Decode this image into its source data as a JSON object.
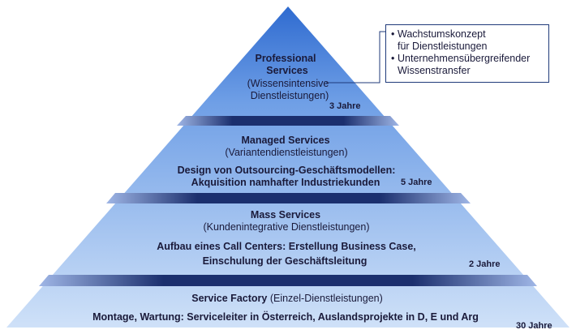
{
  "callout": {
    "items": [
      {
        "line1": "Wachstumskonzept",
        "line2": "für Dienstleistungen"
      },
      {
        "line1": "Unternehmensübergreifender",
        "line2": "Wissenstransfer"
      }
    ],
    "bullet": "•"
  },
  "levels": {
    "professional": {
      "title1": "Professional",
      "title2": "Services",
      "subtitle1": "(Wissensintensive",
      "subtitle2": "Dienstleistungen)",
      "years": "3 Jahre"
    },
    "managed": {
      "title": "Managed Services",
      "subtitle": "(Variantendienstleistungen)",
      "detail1": "Design von Outsourcing-Geschäftsmodellen:",
      "detail2": "Akquisition namhafter Industriekunden",
      "years": "5 Jahre"
    },
    "mass": {
      "title": "Mass Services",
      "subtitle": "(Kundenintegrative Dienstleistungen)",
      "detail1": "Aufbau eines Call Centers: Erstellung Business Case,",
      "detail2": "Einschulung der Geschäftsleitung",
      "years": "2 Jahre"
    },
    "factory": {
      "title": "Service Factory",
      "subtitle": "(Einzel-Dienstleistungen)",
      "detail": "Montage, Wartung: Serviceleiter in Österreich, Auslandsprojekte in D, E und Arg",
      "years": "30 Jahre"
    }
  },
  "colors": {
    "fill_top": "#2f6bd0",
    "fill_bottom": "#c7dcf7",
    "band_dark": "#1b2f6e",
    "band_light": "#9fb6e6",
    "text": "#1a1a3a",
    "outline": "#1f3a7a"
  }
}
